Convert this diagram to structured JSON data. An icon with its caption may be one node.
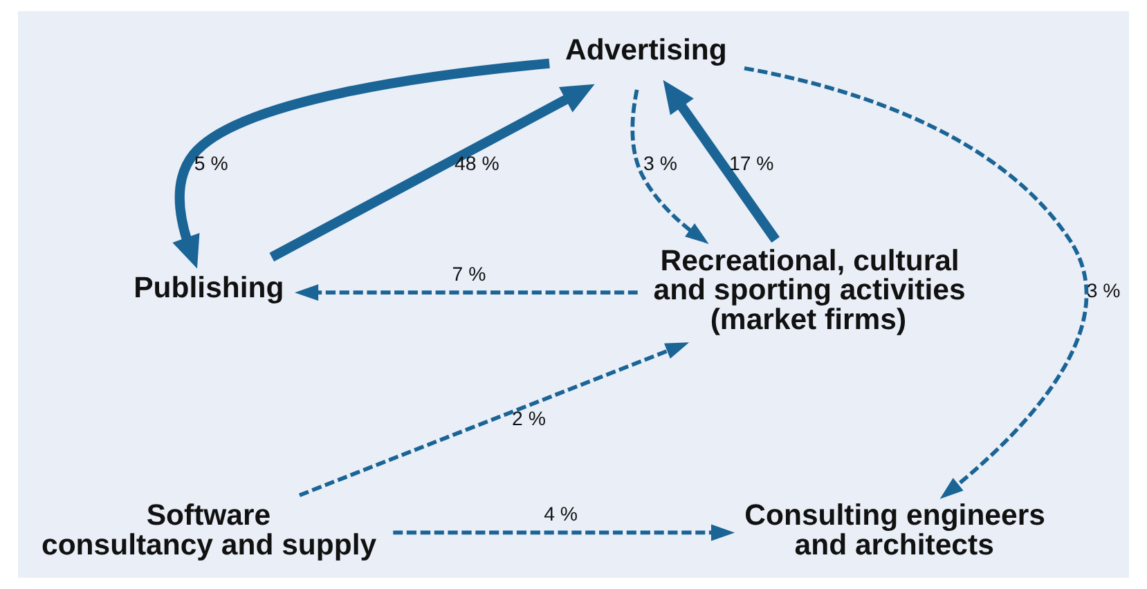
{
  "diagram": {
    "nodes": [
      {
        "text": [
          "Advertising"
        ]
      },
      {
        "text": [
          "Publishing"
        ]
      },
      {
        "text": [
          "Recreational, cultural and sporting activities (market firms)"
        ]
      },
      {
        "text": [
          "Software consultancy and supply"
        ]
      },
      {
        "text": [
          "Consulting engineers and architects"
        ]
      }
    ],
    "edges": [
      {
        "from": 0,
        "to": 1,
        "arrow": "to",
        "label": "5 %",
        "style": "thick"
      },
      {
        "from": 1,
        "to": 0,
        "arrow": "to",
        "label": "48 %",
        "style": "thick"
      },
      {
        "from": 2,
        "to": 0,
        "arrow": "to",
        "label": "17 %",
        "style": "thick"
      },
      {
        "from": 0,
        "to": 2,
        "arrow": "to",
        "label": "3 %",
        "style": "dashed"
      },
      {
        "from": 2,
        "to": 1,
        "arrow": "to",
        "label": "7 %",
        "style": "dashed"
      },
      {
        "from": 0,
        "to": 4,
        "arrow": "to",
        "label": "3 %",
        "style": "dashed"
      },
      {
        "from": 3,
        "to": 2,
        "arrow": "to",
        "label": "2 %",
        "style": "dashed"
      },
      {
        "from": 3,
        "to": 4,
        "arrow": "to",
        "label": "4 %",
        "style": "dashed"
      }
    ]
  }
}
